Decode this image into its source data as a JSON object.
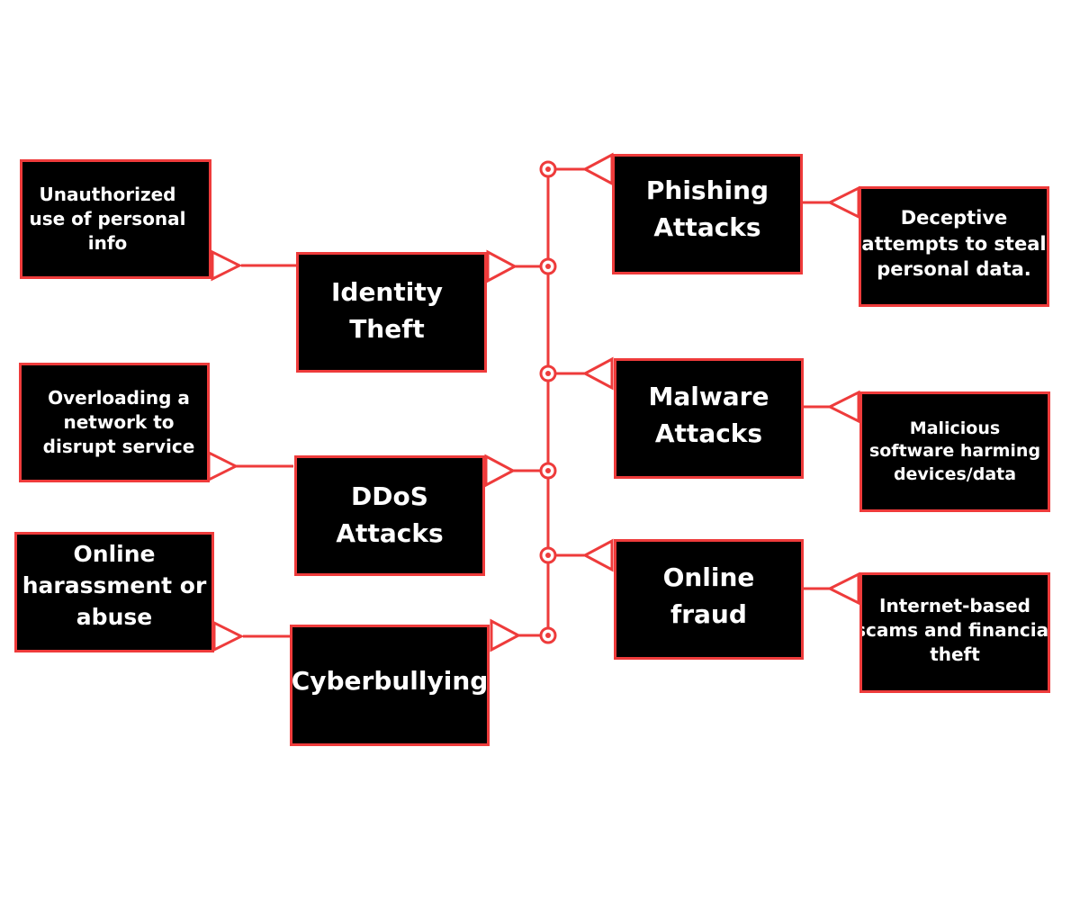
{
  "colors": {
    "accent": "#ee3b3b",
    "box_fill": "#000000",
    "text": "#ffffff",
    "background": "#ffffff"
  },
  "nodes": {
    "identity_desc": "Unauthorized\nuse of personal\ninfo",
    "identity_theft": "Identity\nTheft",
    "ddos_desc": "Overloading a\nnetwork to\ndisrupt service",
    "ddos_attacks": "DDoS\nAttacks",
    "cyber_desc": "Online\nharassment or\nabuse",
    "cyberbullying": "Cyberbullying",
    "phishing_attacks": "Phishing\nAttacks",
    "phishing_desc": "Deceptive\nattempts to steal\npersonal data.",
    "malware_attacks": "Malware\nAttacks",
    "malware_desc": "Malicious\nsoftware harming\ndevices/data",
    "online_fraud": "Online\nfraud",
    "fraud_desc": "Internet-based\nscams and financial\ntheft"
  }
}
